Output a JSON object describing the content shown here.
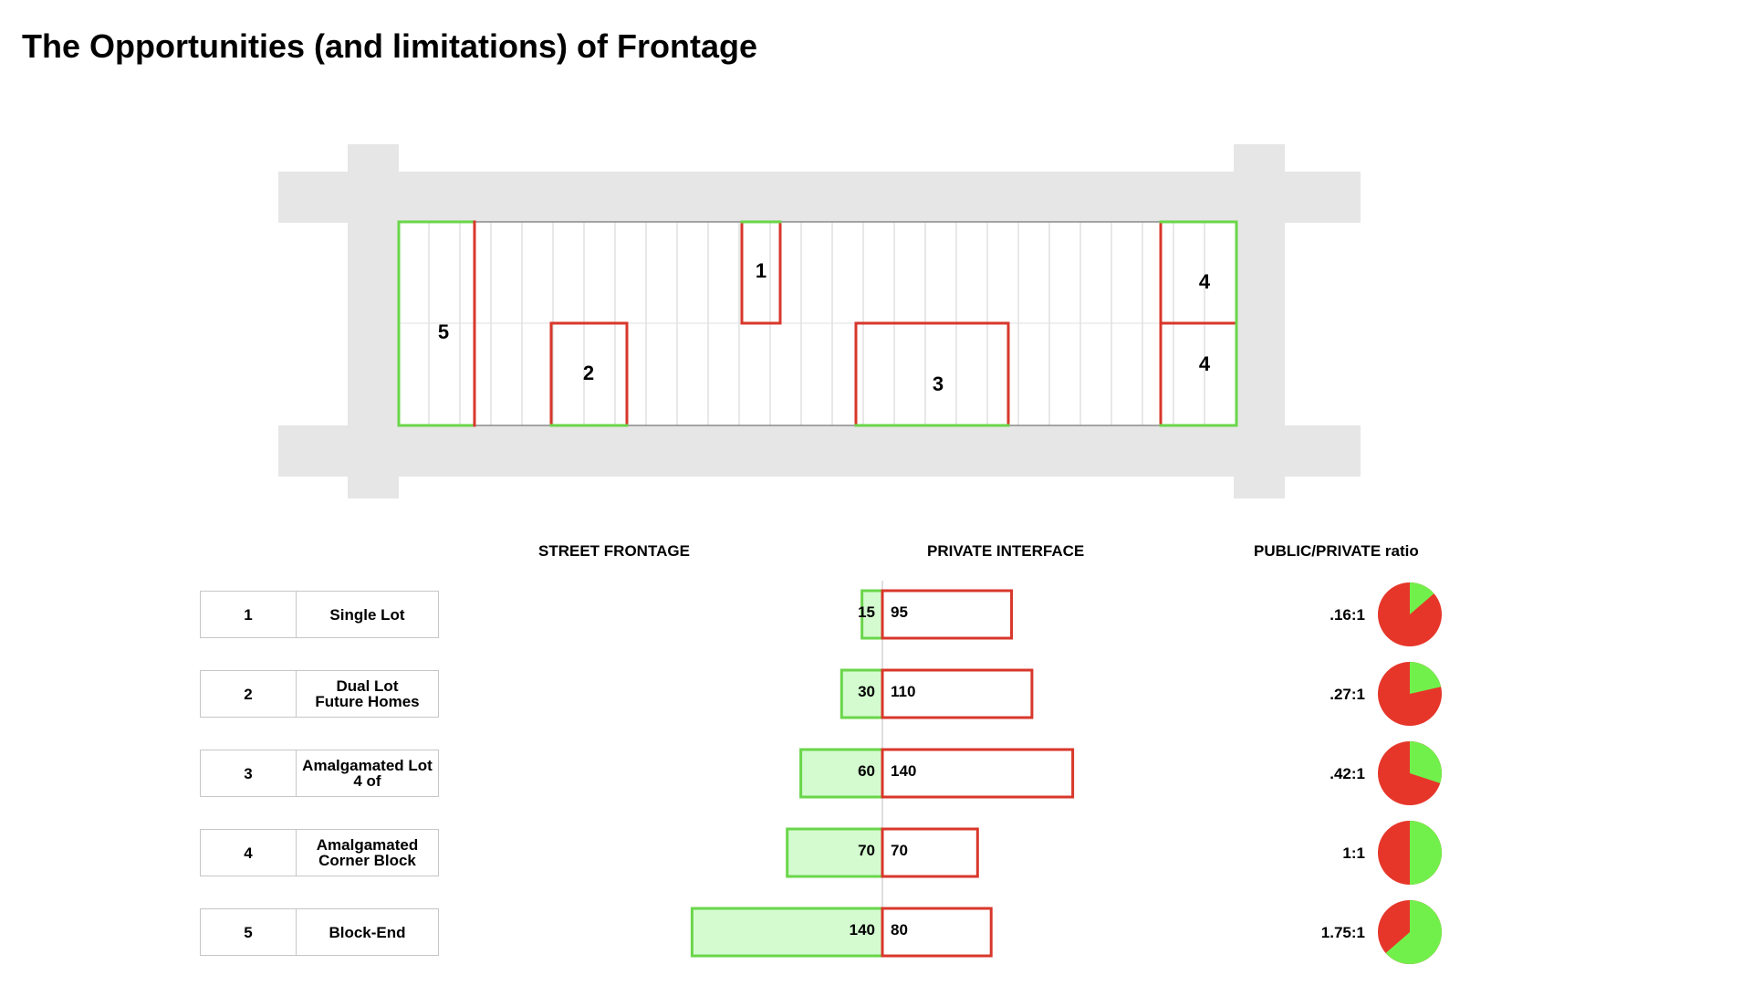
{
  "title": "The Opportunities (and limitations) of Frontage",
  "headers": {
    "street_frontage": "STREET FRONTAGE",
    "private_interface": "PRIVATE INTERFACE",
    "ratio": "PUBLIC/PRIVATE ratio"
  },
  "plan_labels": [
    "1",
    "2",
    "3",
    "4",
    "4",
    "5"
  ],
  "colors": {
    "frontage_stroke": "#6ad64a",
    "frontage_fill": "#d4fbd0",
    "private_stroke": "#d8372b",
    "pie_green": "#71f04c",
    "pie_red": "#e6362a",
    "road": "#e6e6e6"
  },
  "rows": [
    {
      "id": "1",
      "name": "Single Lot",
      "street_frontage": 15,
      "private_interface": 95,
      "ratio": ".16:1"
    },
    {
      "id": "2",
      "name": "Dual Lot\nFuture Homes",
      "street_frontage": 30,
      "private_interface": 110,
      "ratio": ".27:1"
    },
    {
      "id": "3",
      "name": "Amalgamated Lot\n4 of",
      "street_frontage": 60,
      "private_interface": 140,
      "ratio": ".42:1"
    },
    {
      "id": "4",
      "name": "Amalgamated\nCorner Block",
      "street_frontage": 70,
      "private_interface": 70,
      "ratio": "1:1"
    },
    {
      "id": "5",
      "name": "Block-End",
      "street_frontage": 140,
      "private_interface": 80,
      "ratio": "1.75:1"
    }
  ]
}
